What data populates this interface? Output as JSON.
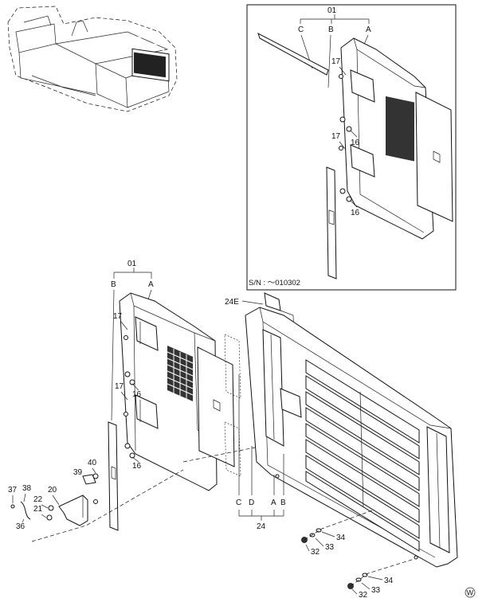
{
  "diagram": {
    "inset": {
      "assembly_label": "01",
      "letters": [
        "C",
        "B",
        "A"
      ],
      "part_17a": "17",
      "part_16a": "16",
      "part_17b": "17",
      "part_16b": "16",
      "serial_note": "S/N  :  ～010302"
    },
    "main": {
      "assembly_label": "01",
      "letter_b": "B",
      "letter_a": "A",
      "part_17a": "17",
      "part_17b": "17",
      "part_16a": "16",
      "part_16b": "16"
    },
    "grille": {
      "part_24e": "24E",
      "letters": [
        "C",
        "D",
        "A",
        "B"
      ],
      "part_24": "24"
    },
    "hardware": {
      "p40": "40",
      "p39": "39",
      "p37": "37",
      "p38": "38",
      "p20": "20",
      "p22": "22",
      "p21": "21",
      "p36": "36"
    },
    "fasteners": {
      "p34a": "34",
      "p33a": "33",
      "p32a": "32",
      "p34b": "34",
      "p33b": "33",
      "p32b": "32"
    },
    "corner_mark": "W"
  }
}
